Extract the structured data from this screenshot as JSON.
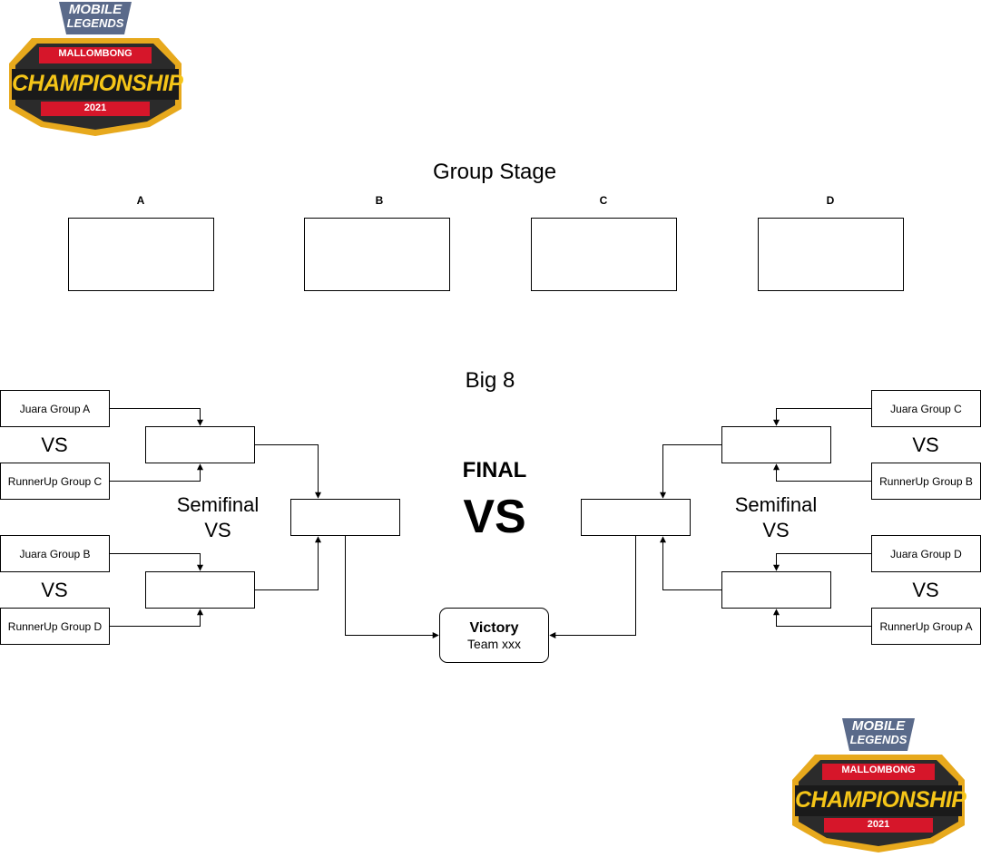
{
  "logo": {
    "top_text": "MOBILE",
    "mid_text": "LEGENDS",
    "banner": "MALLOMBONG",
    "main": "CHAMPIONSHIP",
    "year": "2021",
    "colors": {
      "gold": "#f5c518",
      "dark": "#2b2b2b",
      "red": "#d6162a",
      "border": "#e7a91d"
    }
  },
  "group_stage": {
    "title": "Group Stage",
    "groups": [
      "A",
      "B",
      "C",
      "D"
    ]
  },
  "big8": {
    "title": "Big 8",
    "left": {
      "teams": [
        "Juara Group A",
        "RunnerUp Group C",
        "Juara Group B",
        "RunnerUp Group D"
      ]
    },
    "right": {
      "teams": [
        "Juara Group C",
        "RunnerUp Group B",
        "Juara Group D",
        "RunnerUp Group A"
      ]
    },
    "vs_label": "VS",
    "semifinal_label": "Semifinal",
    "final_label": "FINAL",
    "final_vs": "VS",
    "victory_title": "Victory",
    "victory_team": "Team xxx"
  }
}
